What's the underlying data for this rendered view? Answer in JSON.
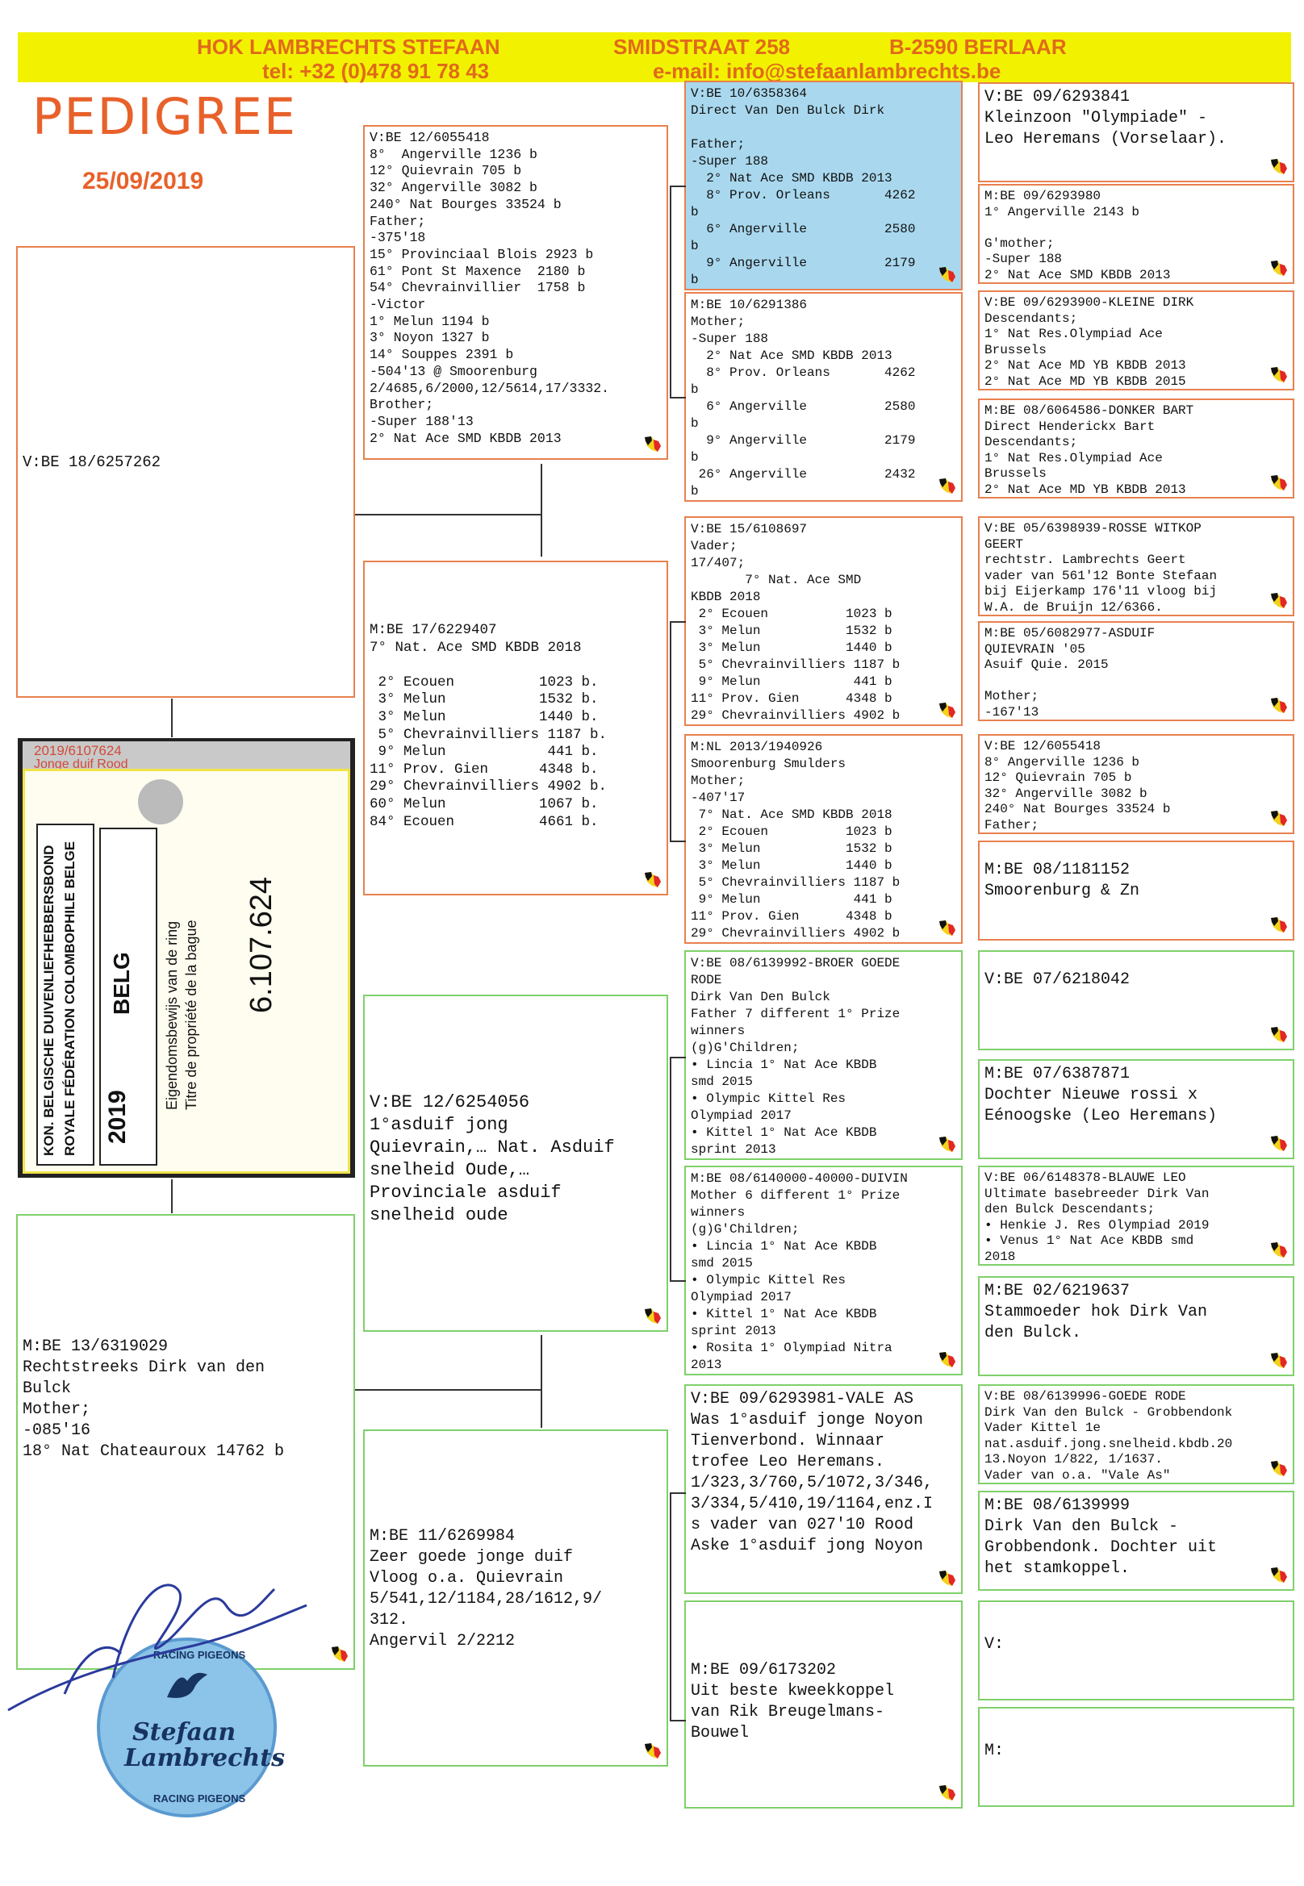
{
  "header": {
    "name": "HOK LAMBRECHTS STEFAAN",
    "street": "SMIDSTRAAT 258",
    "city": "B-2590 BERLAAR",
    "phone": "tel: +32 (0)478 91 78 43",
    "email": "e-mail: info@stefaanlambrechts.be"
  },
  "title": "PEDIGREE",
  "date": "25/09/2019",
  "subject": {
    "line": "V:BE 18/6257262"
  },
  "ring_card": {
    "top": "2019/6107624",
    "top2": "Jonge duif Rood",
    "org1": "KON. BELGISCHE DUIVENLIEFHEBBERSBOND",
    "org2": "ROYALE FÉDÉRATION COLOMBOPHILE BELGE",
    "year": "2019",
    "country": "BELG",
    "proof1": "Eigendomsbewijs van de ring",
    "proof2": "Titre de propriété de la bague",
    "number": "6.107.624"
  },
  "dam": {
    "lines": [
      "M:BE 13/6319029",
      "Rechtstreeks Dirk van den",
      "Bulck",
      "Mother;",
      "-085'16",
      "18° Nat Chateauroux 14762 b"
    ]
  },
  "sire": {
    "lines": [
      "V:BE 12/6055418",
      "8°  Angerville 1236 b",
      "12° Quievrain 705 b",
      "32° Angerville 3082 b",
      "240° Nat Bourges 33524 b",
      "Father;",
      "-375'18",
      "15° Provinciaal Blois 2923 b",
      "61° Pont St Maxence  2180 b",
      "54° Chevrainvillier  1758 b",
      "-Victor",
      "1° Melun 1194 b",
      "3° Noyon 1327 b",
      "14° Souppes 2391 b",
      "-504'13 @ Smoorenburg",
      "2/4685,6/2000,12/5614,17/3332.",
      "Brother;",
      "-Super 188'13",
      "2° Nat Ace SMD KBDB 2013"
    ]
  },
  "sire_dam": {
    "lines": [
      "M:BE 17/6229407",
      "7° Nat. Ace SMD KBDB 2018",
      "",
      " 2° Ecouen          1023 b.",
      " 3° Melun           1532 b.",
      " 3° Melun           1440 b.",
      " 5° Chevrainvilliers 1187 b.",
      " 9° Melun            441 b.",
      "11° Prov. Gien      4348 b.",
      "29° Chevrainvilliers 4902 b.",
      "60° Melun           1067 b.",
      "84° Ecouen          4661 b."
    ]
  },
  "dam_sire": {
    "lines": [
      "V:BE 12/6254056",
      "1°asduif jong",
      "Quievrain,… Nat. Asduif",
      "snelheid Oude,…",
      "Provinciale asduif",
      "snelheid oude"
    ]
  },
  "dam_dam": {
    "lines": [
      "M:BE 11/6269984",
      "Zeer goede jonge duif",
      "Vloog o.a. Quievrain",
      "5/541,12/1184,28/1612,9/",
      "312.",
      "Angervil 2/2212"
    ]
  },
  "g3": [
    {
      "lines": [
        "V:BE 10/6358364",
        "Direct Van Den Bulck Dirk",
        "",
        "Father;",
        "-Super 188",
        "  2° Nat Ace SMD KBDB 2013",
        "  8° Prov. Orleans       4262",
        "b",
        "  6° Angerville          2580",
        "b",
        "  9° Angerville          2179",
        "b"
      ]
    },
    {
      "lines": [
        "M:BE 10/6291386",
        "Mother;",
        "-Super 188",
        "  2° Nat Ace SMD KBDB 2013",
        "  8° Prov. Orleans       4262",
        "b",
        "  6° Angerville          2580",
        "b",
        "  9° Angerville          2179",
        "b",
        " 26° Angerville          2432",
        "b"
      ]
    },
    {
      "lines": [
        "V:BE 15/6108697",
        "Vader;",
        "17/407;",
        "       7° Nat. Ace SMD",
        "KBDB 2018",
        " 2° Ecouen          1023 b",
        " 3° Melun           1532 b",
        " 3° Melun           1440 b",
        " 5° Chevrainvilliers 1187 b",
        " 9° Melun            441 b",
        "11° Prov. Gien      4348 b",
        "29° Chevrainvilliers 4902 b"
      ]
    },
    {
      "lines": [
        "M:NL 2013/1940926",
        "Smoorenburg Smulders",
        "Mother;",
        "-407'17",
        " 7° Nat. Ace SMD KBDB 2018",
        " 2° Ecouen          1023 b",
        " 3° Melun           1532 b",
        " 3° Melun           1440 b",
        " 5° Chevrainvilliers 1187 b",
        " 9° Melun            441 b",
        "11° Prov. Gien      4348 b",
        "29° Chevrainvilliers 4902 b"
      ]
    },
    {
      "lines": [
        "V:BE 08/6139992-BROER GOEDE",
        "RODE",
        "Dirk Van Den Bulck",
        "Father 7 different 1° Prize",
        "winners",
        "(g)G'Children;",
        "• Lincia 1° Nat Ace KBDB",
        "smd 2015",
        "• Olympic Kittel Res",
        "Olympiad 2017",
        "• Kittel 1° Nat Ace KBDB",
        "sprint 2013"
      ]
    },
    {
      "lines": [
        "M:BE 08/6140000-40000-DUIVIN",
        "Mother 6 different 1° Prize",
        "winners",
        "(g)G'Children;",
        "• Lincia 1° Nat Ace KBDB",
        "smd 2015",
        "• Olympic Kittel Res",
        "Olympiad 2017",
        "• Kittel 1° Nat Ace KBDB",
        "sprint 2013",
        "• Rosita 1° Olympiad Nitra",
        "2013"
      ]
    },
    {
      "lines": [
        "V:BE 09/6293981-VALE AS",
        "Was 1°asduif jonge Noyon",
        "Tienverbond. Winnaar",
        "trofee Leo Heremans.",
        "1/323,3/760,5/1072,3/346,",
        "3/334,5/410,19/1164,enz.I",
        "s vader van 027'10 Rood",
        "Aske 1°asduif jong Noyon"
      ]
    },
    {
      "lines": [
        "M:BE 09/6173202",
        "Uit beste kweekkoppel",
        "van Rik Breugelmans-",
        "Bouwel"
      ]
    }
  ],
  "g4": [
    {
      "lines": [
        "V:BE 09/6293841",
        "Kleinzoon \"Olympiade\" -",
        "Leo Heremans (Vorselaar)."
      ]
    },
    {
      "lines": [
        "M:BE 09/6293980",
        "1° Angerville 2143 b",
        "",
        "G'mother;",
        "-Super 188",
        "  2° Nat Ace SMD KBDB 2013"
      ]
    },
    {
      "lines": [
        "V:BE 09/6293900-KLEINE DIRK",
        "Descendants;",
        "1° Nat Res.Olympiad Ace",
        "Brussels",
        "2° Nat Ace MD YB KBDB 2013",
        "2° Nat Ace MD YB KBDB 2015"
      ]
    },
    {
      "lines": [
        "M:BE 08/6064586-DONKER BART",
        "Direct Henderickx Bart",
        "Descendants;",
        "1° Nat Res.Olympiad Ace",
        "Brussels",
        "2° Nat Ace MD YB KBDB 2013"
      ]
    },
    {
      "lines": [
        "V:BE 05/6398939-ROSSE WITKOP",
        "GEERT",
        "rechtstr. Lambrechts Geert",
        "vader van 561'12 Bonte Stefaan",
        "bij Eijerkamp  176'11 vloog bij",
        "W.A. de Bruijn 12/6366."
      ]
    },
    {
      "lines": [
        "M:BE 05/6082977-ASDUIF",
        "QUIEVRAIN '05",
        "Asuif Quie. 2015",
        "",
        "Mother;",
        "-167'13"
      ]
    },
    {
      "lines": [
        "V:BE 12/6055418",
        "8°  Angerville 1236 b",
        "12° Quievrain 705 b",
        "32° Angerville 3082 b",
        "240° Nat Bourges 33524 b",
        "Father;"
      ]
    },
    {
      "lines": [
        "M:BE 08/1181152",
        "Smoorenburg & Zn"
      ]
    },
    {
      "lines": [
        "V:BE 07/6218042"
      ]
    },
    {
      "lines": [
        "M:BE 07/6387871",
        "Dochter Nieuwe rossi x",
        "Eénoogske (Leo Heremans)"
      ]
    },
    {
      "lines": [
        "V:BE 06/6148378-BLAUWE LEO",
        "Ultimate basebreeder Dirk Van",
        "den Bulck  Descendants;",
        "• Henkie J. Res Olympiad 2019",
        "• Venus  1° Nat Ace KBDB smd",
        "2018"
      ]
    },
    {
      "lines": [
        "M:BE 02/6219637",
        "Stammoeder hok Dirk Van",
        "den Bulck."
      ]
    },
    {
      "lines": [
        "V:BE 08/6139996-GOEDE RODE",
        "Dirk Van den Bulck - Grobbendonk",
        "Vader Kittel 1e",
        "nat.asduif.jong.snelheid.kbdb.20",
        "13.Noyon 1/822, 1/1637.",
        "Vader van o.a. \"Vale As\""
      ]
    },
    {
      "lines": [
        "M:BE 08/6139999",
        "Dirk Van den Bulck -",
        "Grobbendonk. Dochter uit",
        "het stamkoppel."
      ]
    },
    {
      "lines": [
        "V:"
      ]
    },
    {
      "lines": [
        "M:"
      ]
    }
  ],
  "stamp": {
    "name1": "Stefaan",
    "name2": "Lambrechts",
    "ring": "RACING PIGEONS"
  },
  "colors": {
    "header_bg": "#f2f200",
    "header_text": "#e06a1a",
    "title": "#e8612a",
    "orange_border": "#e8804e",
    "green_border": "#7fd06a",
    "blue_box": "#a9d8ee"
  }
}
